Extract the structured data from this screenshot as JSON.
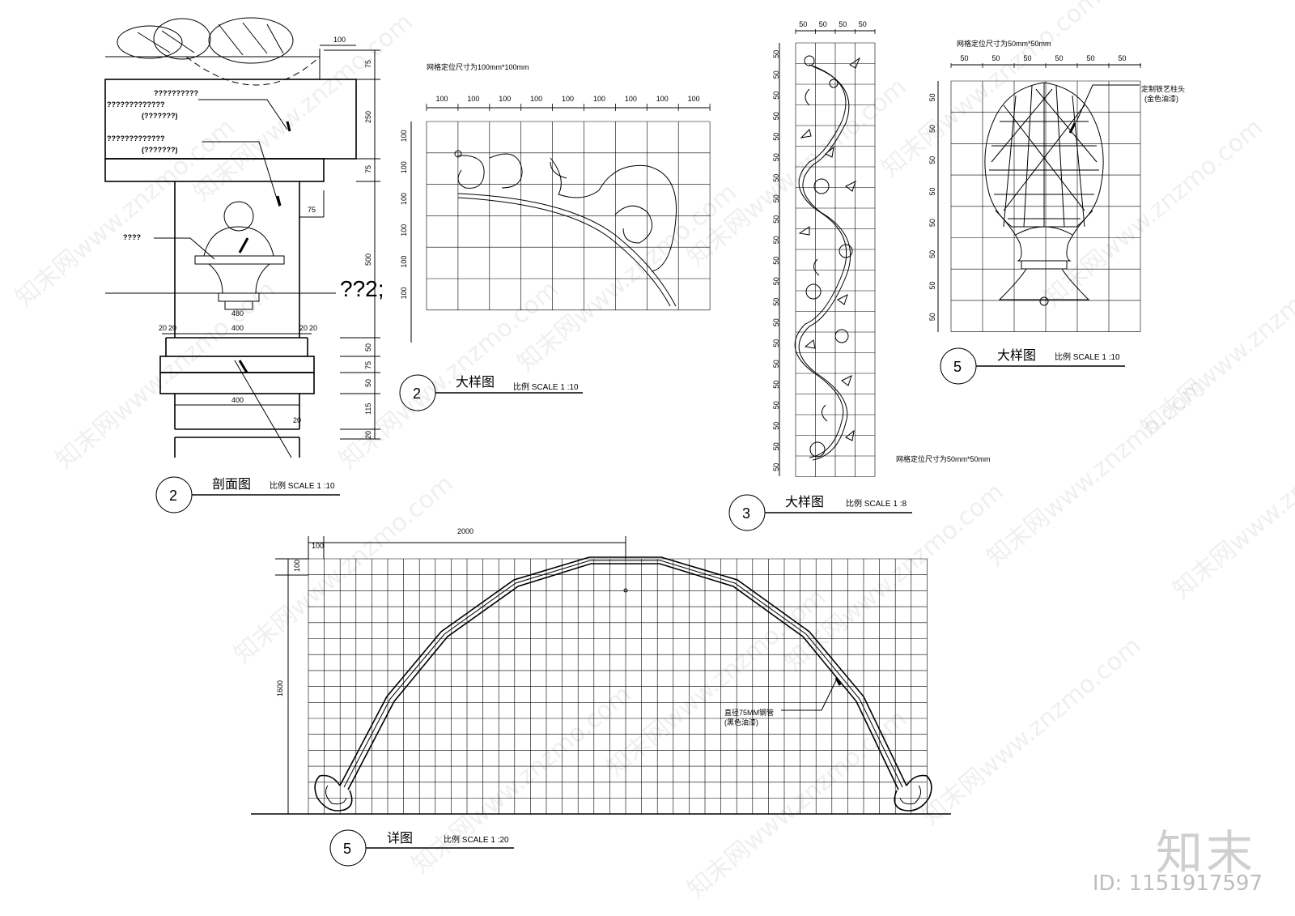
{
  "section": {
    "dims_right": [
      "75",
      "250",
      "75",
      "500",
      "50",
      "75",
      "50",
      "115",
      "20"
    ],
    "dim_top": "100",
    "dim_75": "75",
    "dim_480": "480",
    "dim_400a": "400",
    "dim_400b": "400",
    "dim_20s": [
      "20",
      "20",
      "20",
      "20",
      "20"
    ],
    "notes": [
      "??????????",
      "?????????????",
      "(???????)",
      "?????????????",
      "(???????)",
      "????"
    ],
    "side_label": "??2;",
    "title": "剖面图",
    "scale": "比例  SCALE 1 :10",
    "number": "2"
  },
  "detail2": {
    "grid_note": "网格定位尺寸为100mm*100mm",
    "top_dims": [
      "100",
      "100",
      "100",
      "100",
      "100",
      "100",
      "100",
      "100",
      "100"
    ],
    "left_dims": [
      "100",
      "100",
      "100",
      "100",
      "100",
      "100"
    ],
    "title": "大样图",
    "scale": "比例  SCALE 1 :10",
    "number": "2"
  },
  "detail3": {
    "top_dims": [
      "50",
      "50",
      "50",
      "50"
    ],
    "left_dims": [
      "50",
      "50",
      "50",
      "50",
      "50",
      "50",
      "50",
      "50",
      "50",
      "50",
      "50",
      "50",
      "50",
      "50",
      "50",
      "50",
      "50",
      "50",
      "50",
      "50",
      "50"
    ],
    "grid_note": "网格定位尺寸为50mm*50mm",
    "title": "大样图",
    "scale": "比例  SCALE 1 :8",
    "number": "3"
  },
  "detail5a": {
    "grid_note": "网格定位尺寸为50mm*50mm",
    "top_dims": [
      "50",
      "50",
      "50",
      "50",
      "50",
      "50"
    ],
    "left_dims": [
      "50",
      "50",
      "50",
      "50",
      "50",
      "50",
      "50",
      "50"
    ],
    "callout_line1": "定制铁艺柱头",
    "callout_line2": "(金色油漆)",
    "title": "大样图",
    "scale": "比例  SCALE 1 :10",
    "number": "5"
  },
  "detail5b": {
    "dim_2000": "2000",
    "dim_100_top": "100",
    "dim_100_left": "100",
    "dim_1600": "1600",
    "callout_line1": "直径75MM钢管",
    "callout_line2": "(黑色油漆)",
    "title": "详图",
    "scale": "比例  SCALE 1 :20",
    "number": "5"
  },
  "watermark": {
    "brand": "知末",
    "id": "ID: 1151917597",
    "repeat_text": "知末网www.znzmo.com"
  }
}
